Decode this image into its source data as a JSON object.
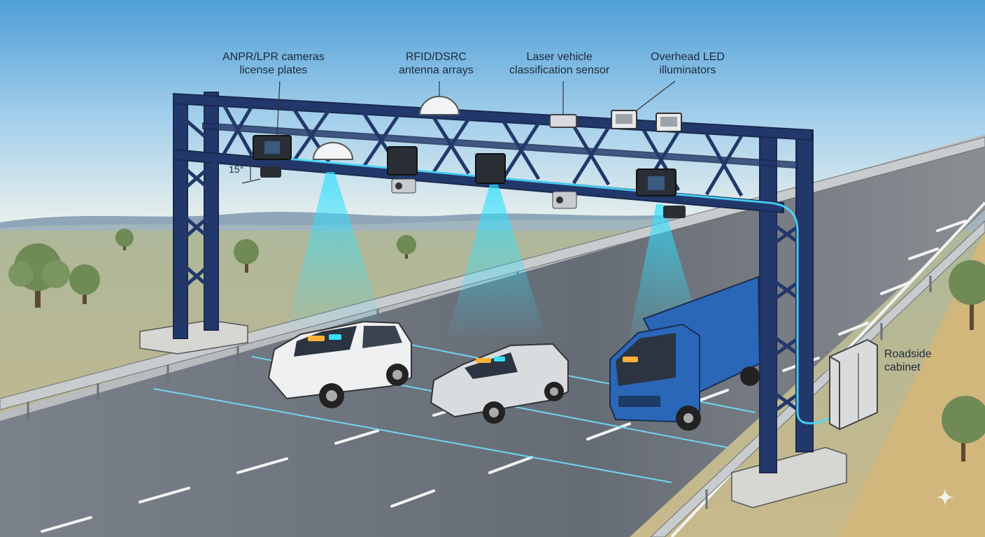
{
  "labels": {
    "anpr": {
      "line1": "ANPR/LPR cameras",
      "line2": "license plates"
    },
    "rfid": {
      "line1": "RFID/DSRC",
      "line2": "antenna arrays"
    },
    "laser": {
      "line1": "Laser vehicle",
      "line2": "classification sensor"
    },
    "led": {
      "line1": "Overhead LED",
      "line2": "illuminators"
    },
    "cabinet": {
      "line1": "Roadside",
      "line2": "cabinet"
    },
    "angle": "15°"
  },
  "colors": {
    "sky_top": "#4f9fd8",
    "sky_bottom": "#e9f0ee",
    "gantry": "#22386a",
    "beam": "#36d6f2",
    "road": "#6a7079",
    "truck": "#2b67b8",
    "car": "#e8ecef"
  },
  "icons": [
    "anpr-camera-icon",
    "rfid-antenna-dome-icon",
    "laser-sensor-icon",
    "led-illuminator-icon",
    "roadside-cabinet-icon",
    "sparkle-icon"
  ]
}
